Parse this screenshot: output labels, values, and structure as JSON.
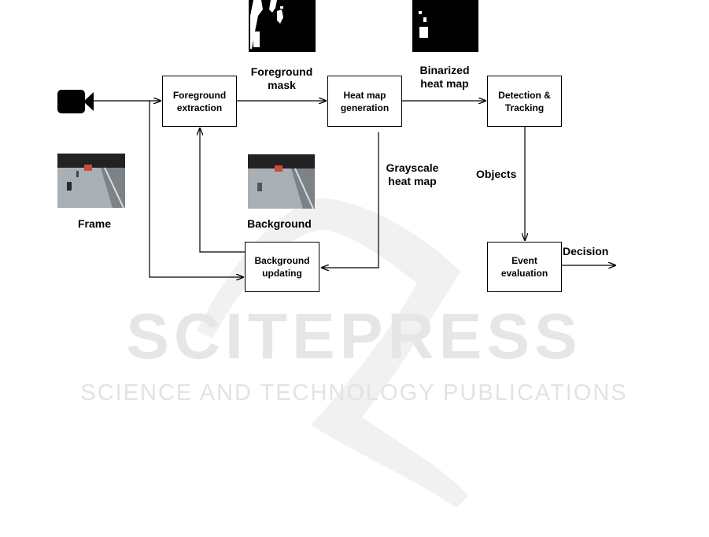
{
  "watermark": {
    "title": "SCITEPRESS",
    "subtitle": "SCIENCE AND TECHNOLOGY PUBLICATIONS"
  },
  "camera": {
    "icon": "video-camera-icon"
  },
  "boxes": {
    "foreground_extraction": "Foreground\nextraction",
    "heat_map_generation": "Heat map\ngeneration",
    "detection_tracking": "Detection &\nTracking",
    "background_updating": "Background\nupdating",
    "event_evaluation": "Event\nevaluation"
  },
  "labels": {
    "foreground_mask": "Foreground\nmask",
    "binarized_heat_map": "Binarized\nheat map",
    "grayscale_heat_map": "Grayscale\nheat map",
    "objects": "Objects",
    "decision": "Decision",
    "frame": "Frame",
    "background": "Background"
  },
  "colors": {
    "line": "#000000",
    "watermark": "#e6e6e6"
  }
}
